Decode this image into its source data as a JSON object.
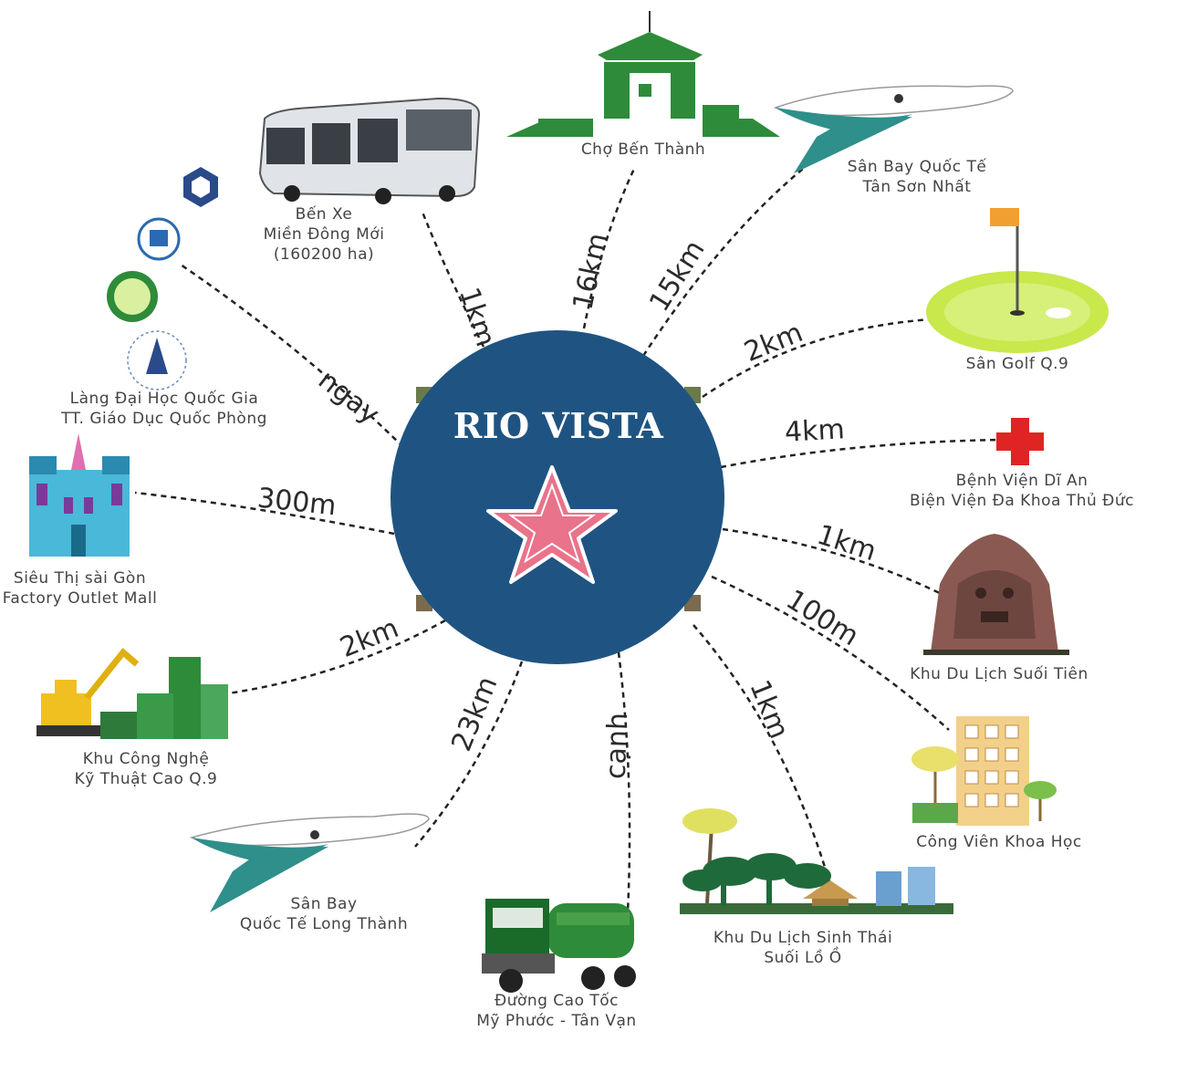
{
  "center": {
    "title": "RIO VISTA"
  },
  "destinations": {
    "ben_thanh": {
      "label": [
        "Chợ Bến Thành"
      ],
      "distance": "16km"
    },
    "tan_son_nhat": {
      "label": [
        "Sân Bay Quốc Tế",
        "Tân Sơn Nhất"
      ],
      "distance": "15km"
    },
    "golf": {
      "label": [
        "Sân Golf Q.9"
      ],
      "distance": "2km"
    },
    "hospital": {
      "label": [
        "Bệnh Viện Dĩ An",
        "Biện Viện Đa Khoa Thủ Đức"
      ],
      "distance": "4km"
    },
    "suoi_tien": {
      "label": [
        "Khu Du Lịch Suối Tiên"
      ],
      "distance": "1km"
    },
    "science_park": {
      "label": [
        "Công Viên Khoa Học"
      ],
      "distance": "100m"
    },
    "eco_tourism": {
      "label": [
        "Khu Du Lịch Sinh Thái",
        "Suối Lồ Ồ"
      ],
      "distance": "1km"
    },
    "expressway": {
      "label": [
        "Đường Cao Tốc",
        "Mỹ Phước - Tân Vạn"
      ],
      "distance": "cạnh"
    },
    "long_thanh": {
      "label": [
        "Sân Bay",
        "Quốc Tế Long Thành"
      ],
      "distance": "23km"
    },
    "high_tech": {
      "label": [
        "Khu Công Nghệ",
        "Kỹ Thuật Cao Q.9"
      ],
      "distance": "2km"
    },
    "mall": {
      "label": [
        "Siêu Thị sài Gòn",
        "Factory Outlet Mall"
      ],
      "distance": "300m"
    },
    "university": {
      "label": [
        "Làng Đại Học Quốc Gia",
        "TT. Giáo Dục Quốc Phòng"
      ],
      "distance": "ngay"
    },
    "bus_station": {
      "label": [
        "Bến Xe",
        "Miền Đông Mới",
        "(160200 ha)"
      ],
      "distance": "1km"
    }
  },
  "colors": {
    "circle": "#1f5482",
    "star": "#e8738a",
    "green": "#2e8b3a",
    "teal": "#2f8f8a",
    "road": "#222222"
  },
  "icons": [
    "market-icon",
    "airplane-icon",
    "golf-flag-icon",
    "red-cross-icon",
    "temple-icon",
    "building-icon",
    "palm-tree-icon",
    "truck-icon",
    "excavator-icon",
    "cathedral-icon",
    "university-logo-icon",
    "bus-icon"
  ]
}
